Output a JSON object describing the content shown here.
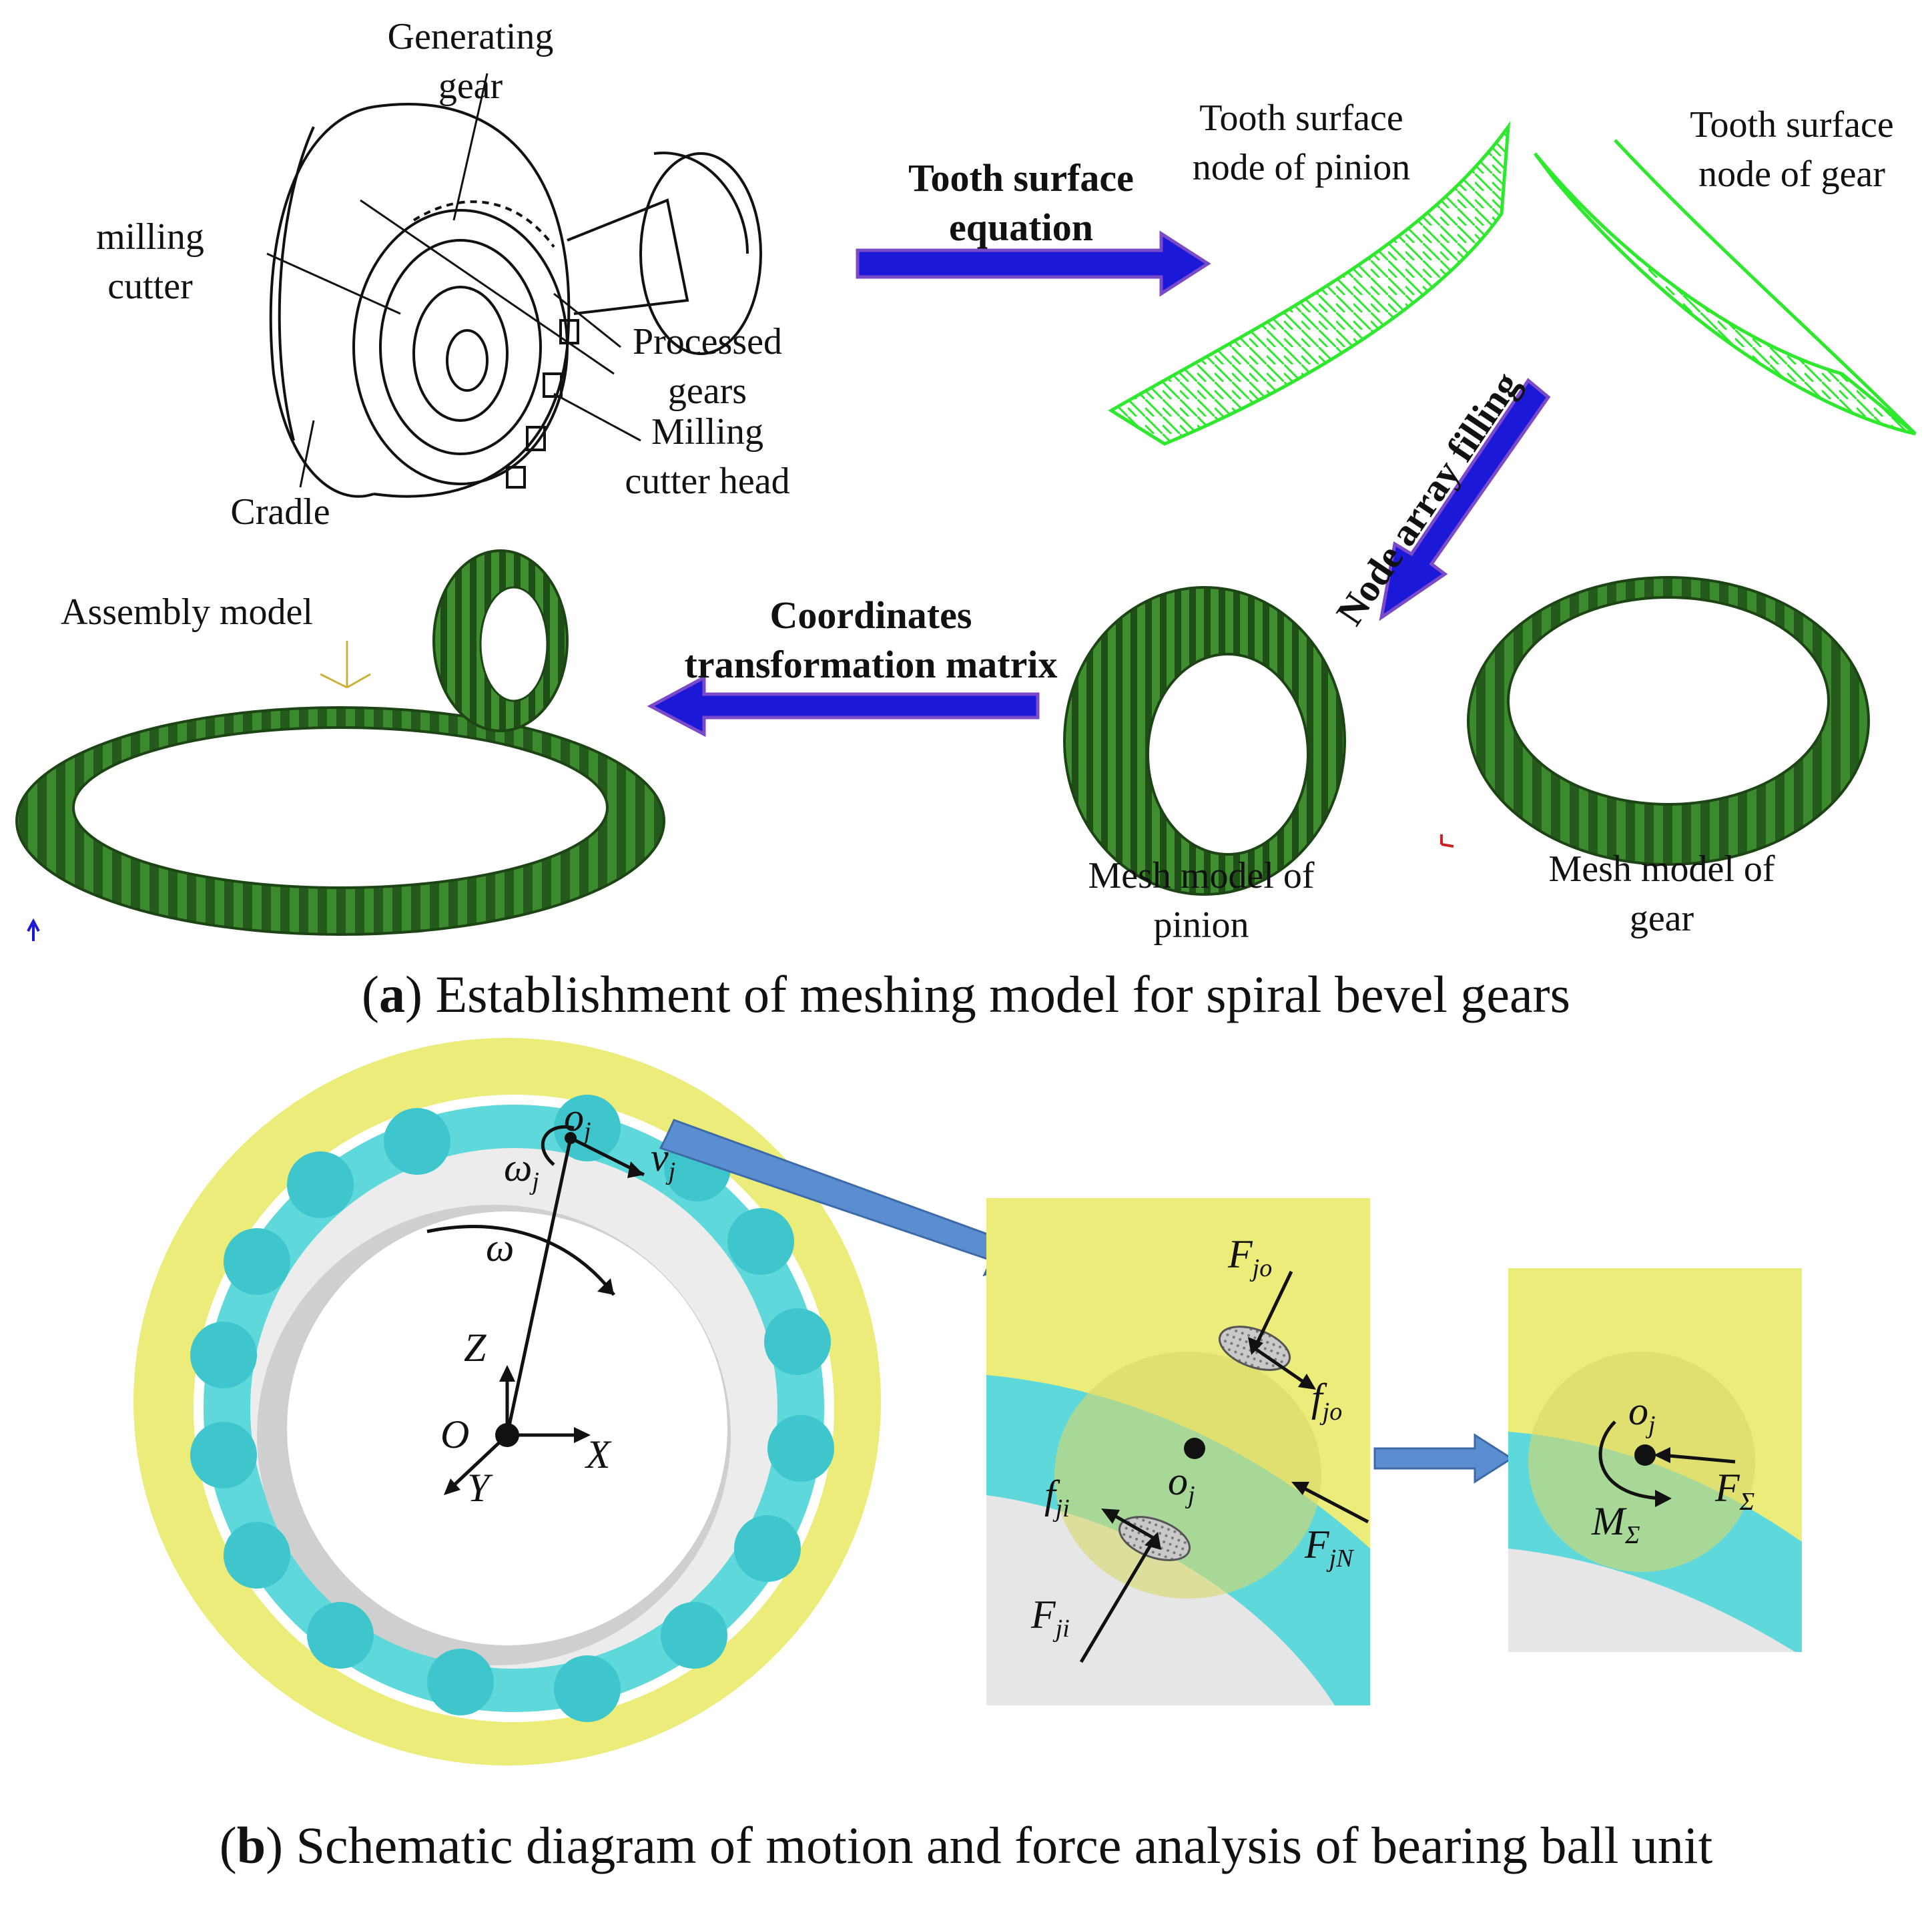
{
  "part_a": {
    "labels": {
      "generating_gear": [
        "Generating",
        "gear"
      ],
      "milling_cutter": [
        "milling",
        "cutter"
      ],
      "processed_gears": [
        "Processed",
        "gears"
      ],
      "milling_cutter_head": [
        "Milling",
        "cutter head"
      ],
      "cradle": "Cradle",
      "pinion_surface": [
        "Tooth surface",
        "node of pinion"
      ],
      "gear_surface": [
        "Tooth surface",
        "node of gear"
      ],
      "assembly": "Assembly model",
      "pinion_mesh": [
        "Mesh model of",
        "pinion"
      ],
      "gear_mesh": [
        "Mesh model of",
        "gear"
      ]
    },
    "arrows": {
      "tooth_surface_equation": [
        "Tooth surface",
        "equation"
      ],
      "node_array_filling": "Node array filling",
      "coordinates_transformation": [
        "Coordinates",
        "transformation matrix"
      ]
    },
    "caption": {
      "letter": "a",
      "text": ") Establishment of meshing model for spiral bevel gears",
      "open": "("
    }
  },
  "part_b": {
    "symbols": {
      "oj": "o",
      "oj_sub": "j",
      "omega_j": "ω",
      "omega_j_sub": "j",
      "vj": "v",
      "vj_sub": "j",
      "omega": "ω",
      "Z": "Z",
      "O": "O",
      "X": "X",
      "Y": "Y",
      "Fjo": "F",
      "Fjo_sub": "jo",
      "fjo": "f",
      "fjo_sub": "jo",
      "oj2": "o",
      "oj2_sub": "j",
      "fji": "f",
      "fji_sub": "ji",
      "FjN": "F",
      "FjN_sub": "jN",
      "Fji": "F",
      "Fji_sub": "ji",
      "oj3": "o",
      "oj3_sub": "j",
      "Fsum": "F",
      "Fsum_sub": "Σ",
      "Msum": "M",
      "Msum_sub": "Σ"
    },
    "caption": {
      "letter": "b",
      "text": ") Schematic diagram of motion and force analysis of bearing ball unit",
      "open": "("
    }
  },
  "colors": {
    "arrow_blue": "#1c18d8",
    "arrow_pale": "#5b8ed0",
    "mesh_green": "#3c8a2e",
    "surface_green": "#2ee82e",
    "outer_ring": "#ecec7a",
    "cage": "#5fd8dc",
    "inner_ring": "#d6d6d6"
  }
}
